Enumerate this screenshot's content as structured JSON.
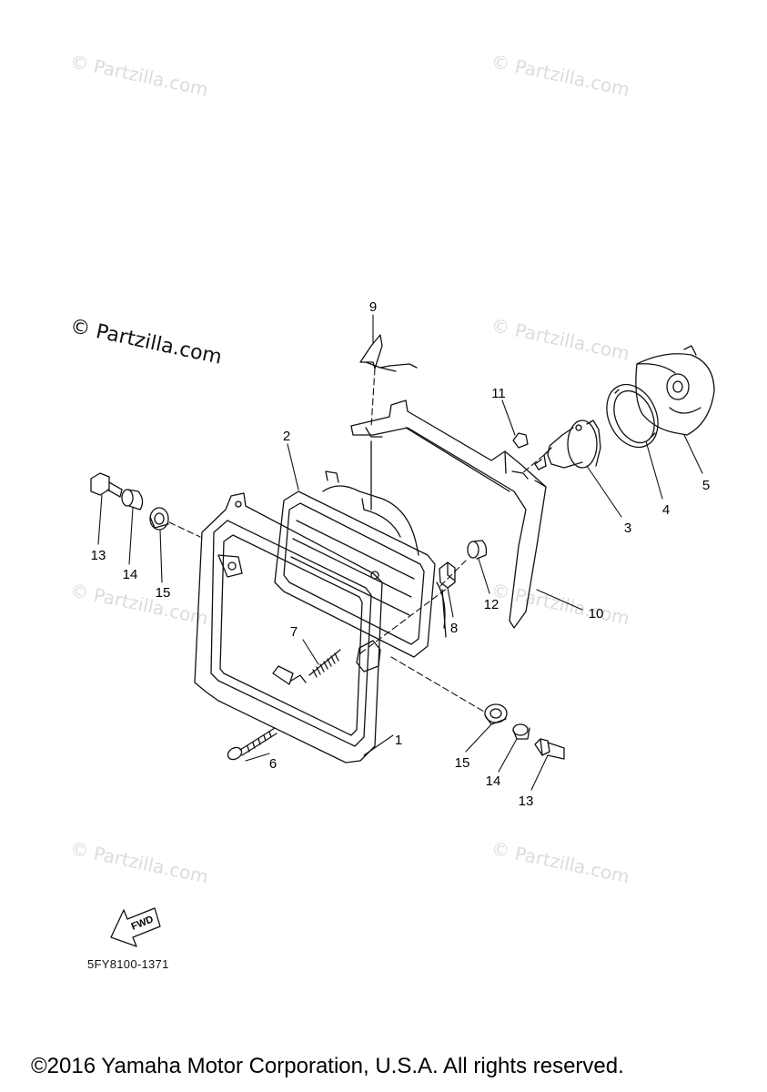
{
  "watermarks": {
    "main": "© Partzilla.com",
    "faint": "© Partzilla.com"
  },
  "callouts": [
    {
      "id": "c1",
      "label": "1"
    },
    {
      "id": "c2",
      "label": "2"
    },
    {
      "id": "c3",
      "label": "3"
    },
    {
      "id": "c4",
      "label": "4"
    },
    {
      "id": "c5",
      "label": "5"
    },
    {
      "id": "c6",
      "label": "6"
    },
    {
      "id": "c7",
      "label": "7"
    },
    {
      "id": "c8",
      "label": "8"
    },
    {
      "id": "c9",
      "label": "9"
    },
    {
      "id": "c10",
      "label": "10"
    },
    {
      "id": "c11",
      "label": "11"
    },
    {
      "id": "c12",
      "label": "12"
    },
    {
      "id": "c13a",
      "label": "13"
    },
    {
      "id": "c13b",
      "label": "13"
    },
    {
      "id": "c14a",
      "label": "14"
    },
    {
      "id": "c14b",
      "label": "14"
    },
    {
      "id": "c15a",
      "label": "15"
    },
    {
      "id": "c15b",
      "label": "15"
    }
  ],
  "fwd_label": "FWD",
  "diagram_code": "5FY8100-1371",
  "copyright": "©2016 Yamaha Motor Corporation, U.S.A. All rights reserved."
}
